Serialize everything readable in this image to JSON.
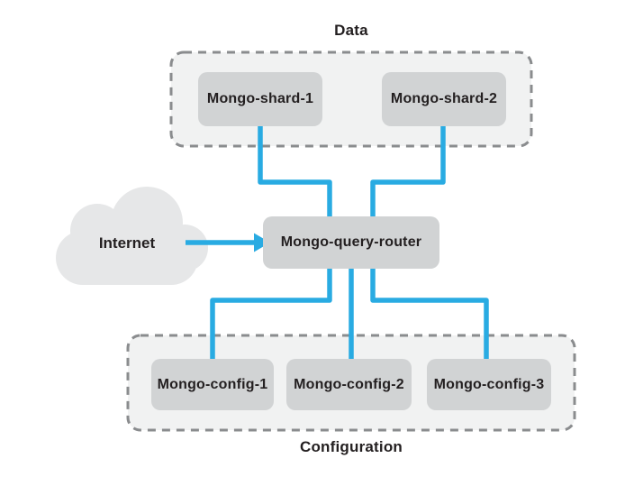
{
  "diagram": {
    "type": "architecture-diagram",
    "subject": "MongoDB sharded cluster",
    "groups": {
      "data": {
        "label": "Data",
        "nodes": [
          {
            "label": "Mongo-shard-1"
          },
          {
            "label": "Mongo-shard-2"
          }
        ]
      },
      "configuration": {
        "label": "Configuration",
        "nodes": [
          {
            "label": "Mongo-config-1"
          },
          {
            "label": "Mongo-config-2"
          },
          {
            "label": "Mongo-config-3"
          }
        ]
      }
    },
    "router": {
      "label": "Mongo-query-router"
    },
    "internet": {
      "label": "Internet",
      "shape": "cloud-icon"
    },
    "connections": [
      {
        "from": "Mongo-shard-1",
        "to": "Mongo-query-router"
      },
      {
        "from": "Mongo-shard-2",
        "to": "Mongo-query-router"
      },
      {
        "from": "Mongo-query-router",
        "to": "Mongo-config-1"
      },
      {
        "from": "Mongo-query-router",
        "to": "Mongo-config-2"
      },
      {
        "from": "Mongo-query-router",
        "to": "Mongo-config-3"
      },
      {
        "from": "Internet",
        "to": "Mongo-query-router",
        "style": "arrow"
      }
    ],
    "colors": {
      "connector_blue": "#29abe2",
      "node_fill": "#d1d3d4",
      "group_fill": "#f1f2f2",
      "group_border": "#8a8c8e",
      "cloud_fill": "#e6e7e8",
      "text": "#231f20",
      "background": "#ffffff"
    }
  }
}
